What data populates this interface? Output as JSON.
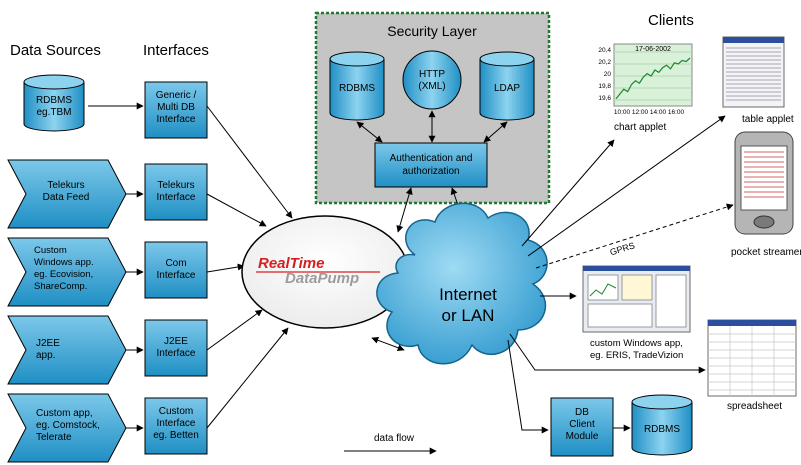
{
  "headers": {
    "data_sources": "Data Sources",
    "interfaces": "Interfaces",
    "security": "Security Layer",
    "clients": "Clients"
  },
  "sources": {
    "rdbms": [
      "RDBMS",
      "eg.TBM"
    ],
    "telekurs": [
      "Telekurs",
      "Data Feed"
    ],
    "custom_windows": [
      "Custom",
      "Windows app.",
      "eg. Ecovision,",
      "ShareComp."
    ],
    "j2ee": [
      "J2EE",
      "app."
    ],
    "custom_app": [
      "Custom app,",
      "eg. Comstock,",
      "Telerate"
    ]
  },
  "interfaces": {
    "generic": [
      "Generic /",
      "Multi DB",
      "Interface"
    ],
    "telekurs": [
      "Telekurs",
      "Interface"
    ],
    "com": [
      "Com",
      "Interface"
    ],
    "j2ee": [
      "J2EE",
      "Interface"
    ],
    "custom": [
      "Custom",
      "Interface",
      "eg. Betten"
    ]
  },
  "hub": {
    "line1": "RealTime",
    "line2": "DataPump"
  },
  "security": {
    "rdbms": "RDBMS",
    "http": [
      "HTTP",
      "(XML)"
    ],
    "ldap": "LDAP",
    "auth": [
      "Authentication and",
      "authorization"
    ]
  },
  "cloud": [
    "Internet",
    "or LAN"
  ],
  "db_client": [
    "DB",
    "Client",
    "Module"
  ],
  "client_rdbms": "RDBMS",
  "gprs": "GPRS",
  "chart_applet": {
    "label": "chart applet",
    "date": "17-06-2002",
    "y_ticks": [
      "20,4",
      "20,2",
      "20",
      "19,8",
      "19,6"
    ],
    "x_ticks": [
      "10:00",
      "12:00",
      "14:00",
      "16:00"
    ],
    "series": [
      19.62,
      19.7,
      19.78,
      19.74,
      19.86,
      19.92,
      19.88,
      19.98,
      20.04,
      20.0,
      20.1,
      20.06,
      20.14,
      20.18,
      20.12,
      20.22,
      20.2,
      20.26,
      20.24,
      20.3
    ]
  },
  "client_labels": {
    "table_applet": "table applet",
    "pocket_streamer": "pocket streamer",
    "custom_windows": [
      "custom Windows app,",
      "eg. ERIS, TradeVizion"
    ],
    "spreadsheet": "spreadsheet"
  },
  "legend": "data flow",
  "colors": {
    "box_fill": "#2e9fd0",
    "security_bg": "#c5c5c5",
    "security_border": "#1e7a2e",
    "cloud": "#3aa5d6"
  }
}
